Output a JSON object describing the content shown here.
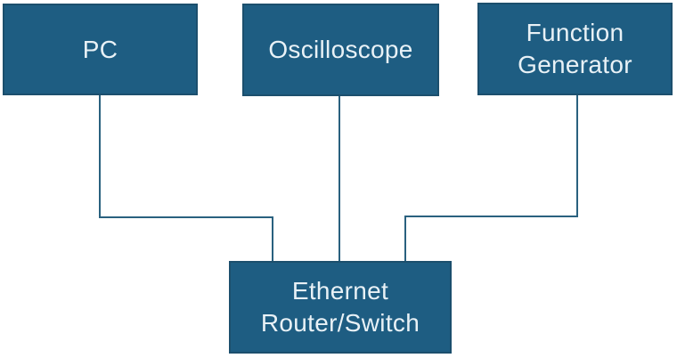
{
  "diagram": {
    "type": "network-block-diagram",
    "nodes": [
      {
        "id": "pc",
        "label": "PC"
      },
      {
        "id": "oscilloscope",
        "label": "Oscilloscope"
      },
      {
        "id": "function-generator",
        "label": "Function Generator"
      },
      {
        "id": "ethernet-router-switch",
        "label": "Ethernet Router/Switch"
      }
    ],
    "connections": [
      {
        "from": "pc",
        "to": "ethernet-router-switch",
        "style": "right-angle"
      },
      {
        "from": "oscilloscope",
        "to": "ethernet-router-switch",
        "style": "straight"
      },
      {
        "from": "function-generator",
        "to": "ethernet-router-switch",
        "style": "right-angle"
      }
    ],
    "colors": {
      "node_fill": "#1e5d82",
      "node_border": "#1c4f6d",
      "node_text": "#e8f1f6",
      "connector": "#2a617f",
      "background": "#ffffff"
    }
  }
}
